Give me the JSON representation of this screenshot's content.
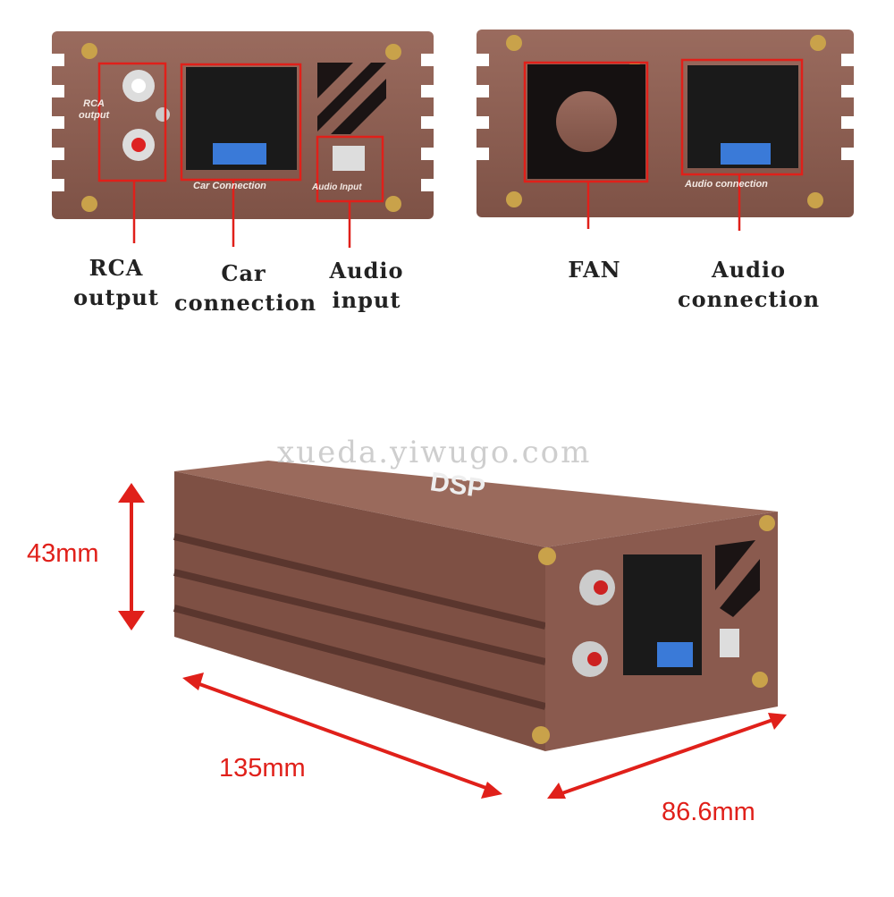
{
  "watermark": "xueda.yiwugo.com",
  "front_panel": {
    "printed_labels": {
      "rca_line1": "RCA",
      "rca_line2": "output",
      "car": "Car Connection",
      "audio": "Audio Input"
    },
    "callouts": [
      {
        "line1": "RCA",
        "line2": "output"
      },
      {
        "line1": "Car",
        "line2": "connection"
      },
      {
        "line1": "Audio",
        "line2": "input"
      }
    ]
  },
  "rear_panel": {
    "printed_labels": {
      "audio": "Audio connection"
    },
    "callouts": [
      {
        "line1": "FAN",
        "line2": ""
      },
      {
        "line1": "Audio",
        "line2": "connection"
      }
    ]
  },
  "dimensions": {
    "height": "43mm",
    "length": "135mm",
    "width": "86.6mm"
  },
  "colors": {
    "body": "#8b5c50",
    "callout_red": "#e0201a"
  }
}
